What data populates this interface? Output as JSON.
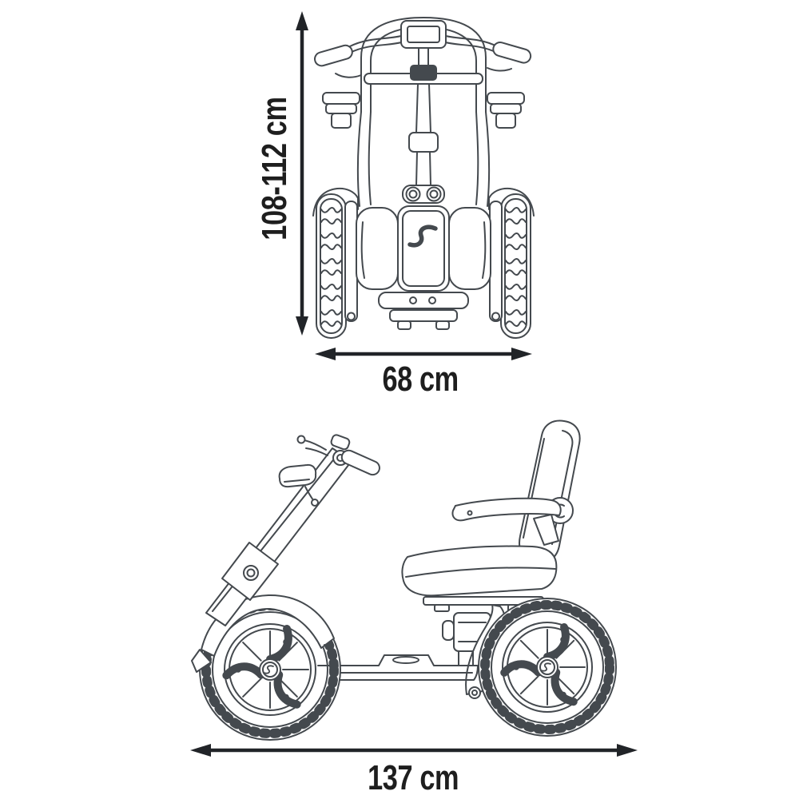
{
  "diagram": {
    "dimensions": {
      "height": {
        "label": "108-112 cm"
      },
      "width": {
        "label": "68 cm"
      },
      "length": {
        "label": "137 cm"
      }
    },
    "colors": {
      "line": "#44494e",
      "arrow": "#212428",
      "text": "#1e1e1e",
      "background": "#ffffff"
    }
  }
}
